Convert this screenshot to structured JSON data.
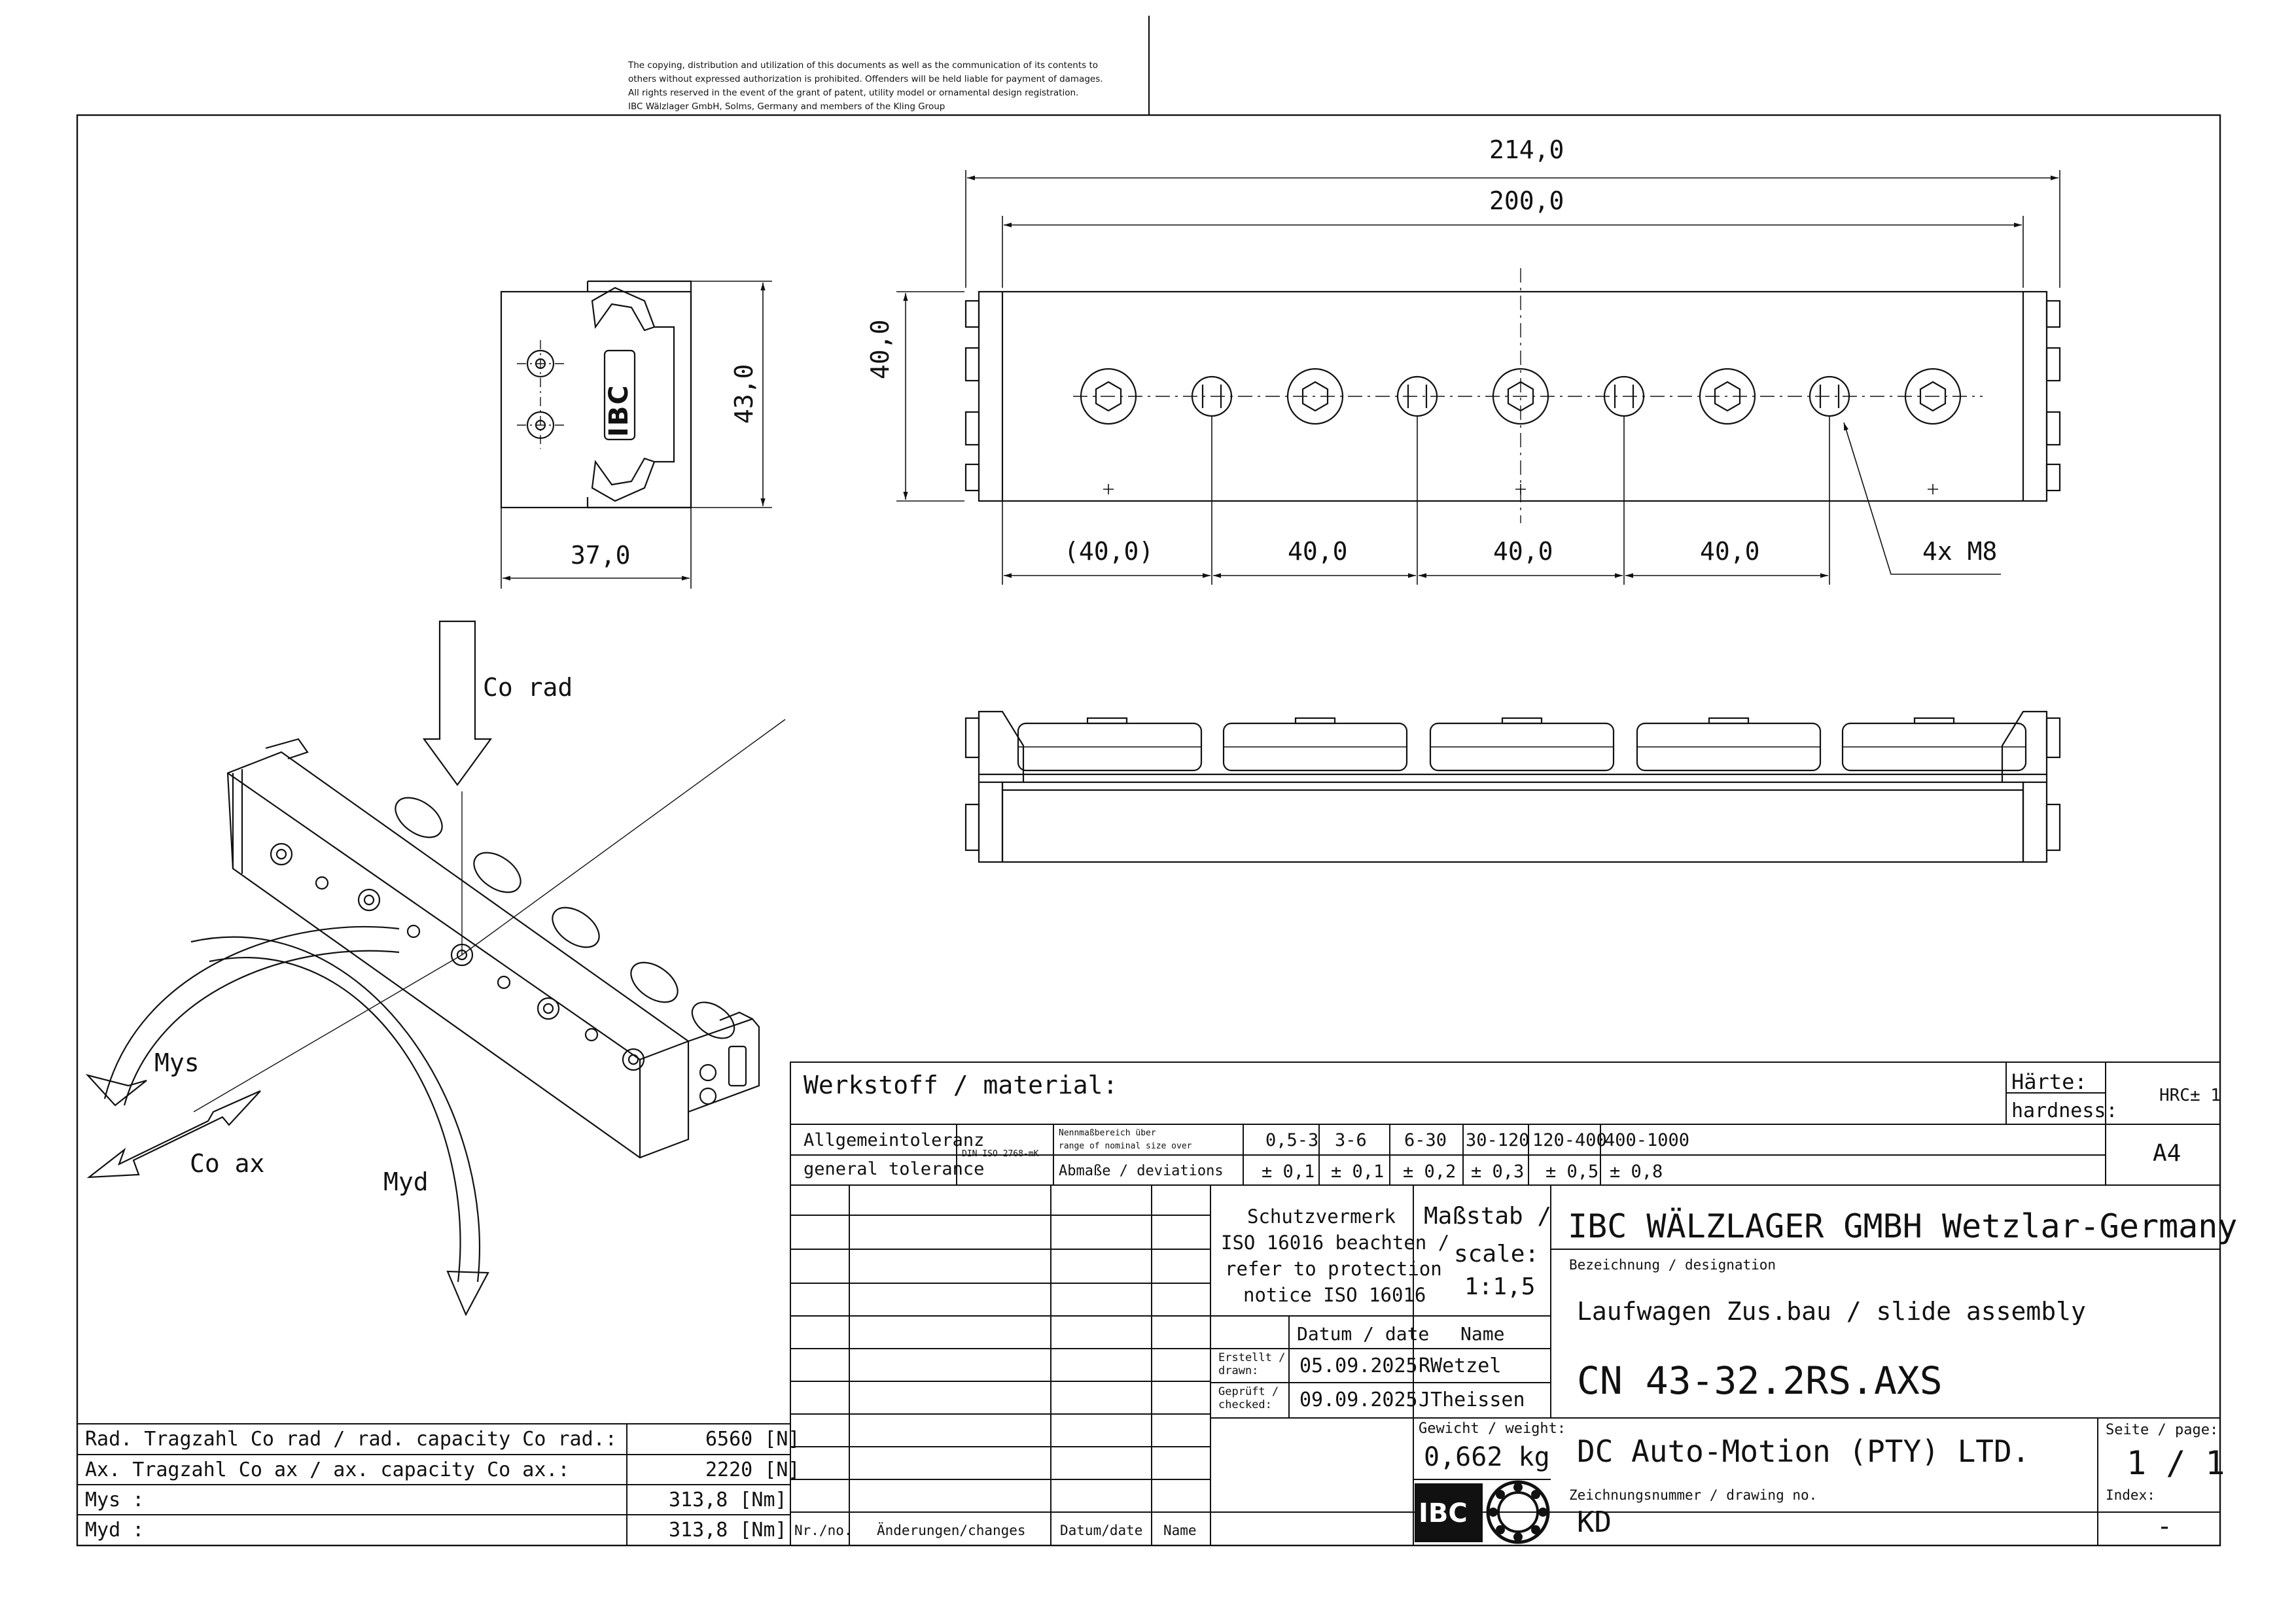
{
  "copyright": {
    "line1": "The copying, distribution and utilization of this documents as well as the communication of its contents to",
    "line2": "others without expressed authorization is prohibited. Offenders will be held liable for payment of damages.",
    "line3": "All rights reserved in the event of the grant of patent, utility model or ornamental design registration.",
    "line4": "IBC Wälzlager GmbH, Solms, Germany and members of the Kling Group"
  },
  "dimensions": {
    "overall_length": "214,0",
    "hole_span": "200,0",
    "height_front": "40,0",
    "height_side": "43,0",
    "width_side": "37,0",
    "pitch_first": "(40,0)",
    "pitch_2": "40,0",
    "pitch_3": "40,0",
    "pitch_4": "40,0",
    "thread_callout": "4x M8"
  },
  "side_logo": "IBC",
  "load_labels": {
    "co_rad": "Co rad",
    "mys": "Mys",
    "co_ax": "Co ax",
    "myd": "Myd"
  },
  "capacity_table": [
    {
      "label": "Rad. Tragzahl Co rad / rad. capacity Co rad.:",
      "value": "6560 [N]"
    },
    {
      "label": "Ax. Tragzahl Co ax / ax. capacity Co ax.:",
      "value": "2220 [N]"
    },
    {
      "label": "Mys :",
      "value": "313,8 [Nm]"
    },
    {
      "label": "Myd :",
      "value": "313,8 [Nm]"
    }
  ],
  "title_block": {
    "material_label": "Werkstoff / material:",
    "hardness_label_de": "Härte:",
    "hardness_label_en": "hardness:",
    "hardness_value": "HRC± 1",
    "sheet_format": "A4",
    "general_tolerance_de": "Allgemeintoleranz",
    "general_tolerance_en": "general tolerance",
    "tolerance_standard": "DIN ISO 2768-mK",
    "nominal_range_de": "Nennmaßbereich über",
    "nominal_range_en": "range of nominal size over",
    "deviations_label": "Abmaße / deviations",
    "tolerance_ranges": [
      "0,5-3",
      "3-6",
      "6-30",
      "30-120",
      "120-400",
      "400-1000"
    ],
    "tolerance_values": [
      "± 0,1",
      "± 0,1",
      "± 0,2",
      "± 0,3",
      "± 0,5",
      "± 0,8"
    ],
    "protection_1": "Schutzvermerk",
    "protection_2": "ISO 16016 beachten /",
    "protection_3": "refer to protection",
    "protection_4": "notice ISO 16016",
    "scale_label_1": "Maßstab /",
    "scale_label_2": "scale:",
    "scale_value": "1:1,5",
    "company": "IBC WÄLZLAGER GMBH Wetzlar-Germany",
    "designation_label": "Bezeichnung / designation",
    "designation": "Laufwagen Zus.bau / slide assembly",
    "part_number": "CN 43-32.2RS.AXS",
    "date_header": "Datum / date",
    "name_header": "Name",
    "drawn_label_de": "Erstellt /",
    "drawn_label_en": "drawn:",
    "drawn_date": "05.09.2025",
    "drawn_name": "RWetzel",
    "checked_label_de": "Geprüft /",
    "checked_label_en": "checked:",
    "checked_date": "09.09.2025",
    "checked_name": "JTheissen",
    "weight_label": "Gewicht / weight:",
    "weight_value": "0,662 kg",
    "customer": "DC Auto-Motion (PTY) LTD.",
    "page_label": "Seite / page:",
    "page_value": "1 / 1",
    "drawing_no_label": "Zeichnungsnummer / drawing no.",
    "drawing_no": "KD",
    "index_label": "Index:",
    "index_value": "-",
    "logo_text": "IBC",
    "rev_headers": [
      "Nr./no.",
      "Änderungen/changes",
      "Datum/date",
      "Name"
    ]
  }
}
